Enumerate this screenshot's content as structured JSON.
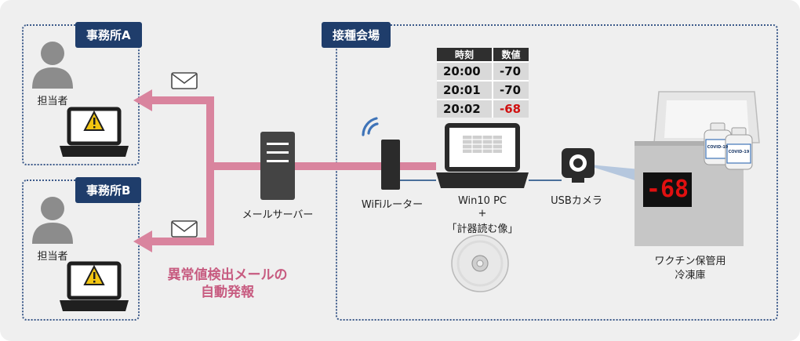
{
  "offices": [
    {
      "tag": "事務所A",
      "person_label": "担当者"
    },
    {
      "tag": "事務所B",
      "person_label": "担当者"
    }
  ],
  "venue": {
    "tag": "接種会場"
  },
  "mail_server": {
    "label": "メールサーバー"
  },
  "notice": {
    "line1": "異常値検出メールの",
    "line2": "自動発報"
  },
  "router": {
    "label": "WiFiルーター"
  },
  "pc": {
    "line1": "Win10 PC",
    "line2": "+",
    "line3": "「計器読む像」"
  },
  "camera": {
    "label": "USBカメラ"
  },
  "freezer": {
    "line1": "ワクチン保管用",
    "line2": "冷凍庫",
    "display": "-68",
    "vial_label_1": "COVID-19",
    "vial_label_2": "COVID-19"
  },
  "table": {
    "headers": [
      "時刻",
      "数値"
    ],
    "rows": [
      {
        "time": "20:00",
        "value": "-70"
      },
      {
        "time": "20:01",
        "value": "-70"
      },
      {
        "time": "20:02",
        "value": "-68"
      }
    ]
  },
  "colors": {
    "arrow": "#d9849e",
    "accent_dark": "#1f3d6b",
    "alert": "#d01010",
    "notice_text": "#c75b80"
  },
  "icons": [
    "person-icon",
    "laptop-warning-icon",
    "mail-icon",
    "server-icon",
    "wifi-icon",
    "router-icon",
    "laptop-icon",
    "camera-icon",
    "disc-icon",
    "freezer-icon",
    "vaccine-vial-icon"
  ]
}
